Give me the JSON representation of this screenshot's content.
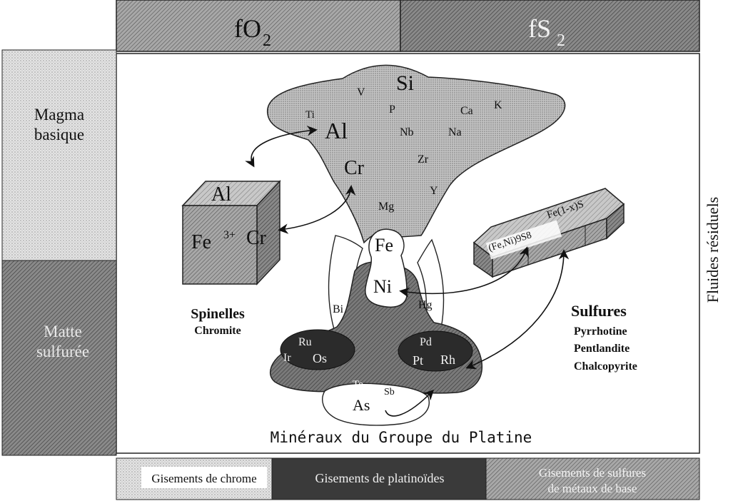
{
  "top_bands": {
    "left_label": "fO",
    "left_sub": "2",
    "right_label": "fS",
    "right_sub": "2"
  },
  "left_bands": {
    "upper_line1": "Magma",
    "upper_line2": "basique",
    "lower_line1": "Matte",
    "lower_line2": "sulfurée"
  },
  "right_side": {
    "label": "Fluides résiduels"
  },
  "magma_elements": {
    "si": "Si",
    "v": "V",
    "p": "P",
    "ca": "Ca",
    "k": "K",
    "ti": "Ti",
    "al": "Al",
    "nb": "Nb",
    "na": "Na",
    "zr": "Zr",
    "cr": "Cr",
    "y": "Y",
    "mg": "Mg"
  },
  "core_elements": {
    "fe": "Fe",
    "ni": "Ni",
    "bi": "Bi",
    "hg": "Hg",
    "te": "Te",
    "sb": "Sb",
    "as": "As"
  },
  "pgm_left": {
    "ru": "Ru",
    "ir": "Ir",
    "os": "Os"
  },
  "pgm_right": {
    "pd": "Pd",
    "pt": "Pt",
    "rh": "Rh"
  },
  "spinel": {
    "top": "Al",
    "fe": "Fe",
    "fe_sup": "3+",
    "cr": "Cr",
    "title": "Spinelles",
    "subtitle": "Chromite"
  },
  "sulfide": {
    "formula_left": "(Fe,Ni)9S8",
    "formula_right": "Fe(1-x)S",
    "title": "Sulfures",
    "item1": "Pyrrhotine",
    "item2": "Pentlandite",
    "item3": "Chalcopyrite"
  },
  "pgm_caption": "Minéraux du Groupe du Platine",
  "bottom_bands": {
    "chrome": "Gisements de chrome",
    "platinoids": "Gisements de platinoïdes",
    "sulfides_line1": "Gisements de sulfures",
    "sulfides_line2": "de métaux de base"
  },
  "colors": {
    "light_shade": "#d7d7d7",
    "mid_shade": "#a9a9a9",
    "dark_shade": "#6b6b6b",
    "black_pod": "#2b2b2b"
  }
}
